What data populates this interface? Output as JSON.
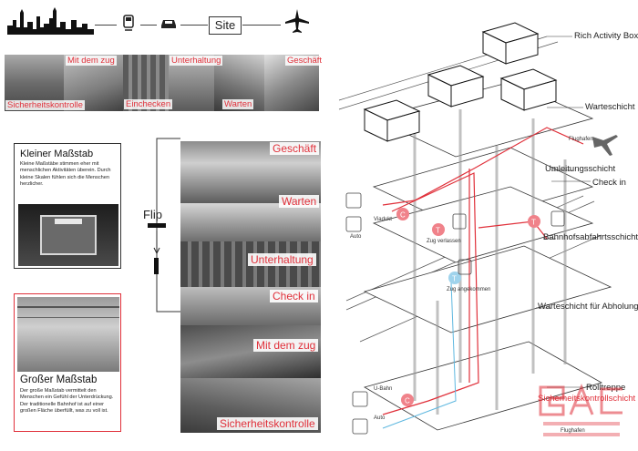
{
  "top_strip": {
    "site_label": "Site",
    "icons": [
      "skyline-icon",
      "train-icon",
      "car-icon",
      "plane-icon"
    ]
  },
  "photo_strip": {
    "labels": [
      "Mit dem zug",
      "Sicherheitskontrolle",
      "Einchecken",
      "Unterhaltung",
      "Warten",
      "Geschäft"
    ]
  },
  "small_scale": {
    "title": "Kleiner Maßstab",
    "text": "Kleine Maßstäbe stimmen eher mit menschlichen Aktivitäten überein. Durch kleine Skalen fühlen sich die Menschen herzlicher."
  },
  "large_scale": {
    "title": "Großer  Maßstab",
    "text": "Der große Maßstab vermittelt den Menschen ein Gefühl der Unterdrückung. Der traditionelle Bahnhof ist auf einer großen Fläche überfüllt, was zu voll ist."
  },
  "flip": {
    "label": "Flip"
  },
  "right_photos": {
    "labels": [
      "Geschäft",
      "Warten",
      "Unterhaltung",
      "Check in",
      "Mit dem zug",
      "Sicherheitskontrolle"
    ]
  },
  "diagram": {
    "layers": [
      "Rich Activity Box",
      "Warteschicht",
      "Umleitungsschicht",
      "Check in",
      "Bahnhofsabfahrtsschicht",
      "Warteschicht für Abholung",
      "Rolltreppe",
      "Sicherheitskontrollschicht"
    ],
    "small_labels": {
      "flughafen": "Flughafen",
      "viadukt": "Viadukt",
      "auto_top": "Auto",
      "zug_verlassen": "Zug verlassen",
      "zug_angekommen": "Zug angekommen",
      "u_bahn": "U-Bahn",
      "auto_bottom": "Auto",
      "flughafen_bottom": "Flughafen"
    }
  },
  "colors": {
    "accent": "#e0303a",
    "secondary": "#5fb8e0",
    "ink": "#222222"
  }
}
